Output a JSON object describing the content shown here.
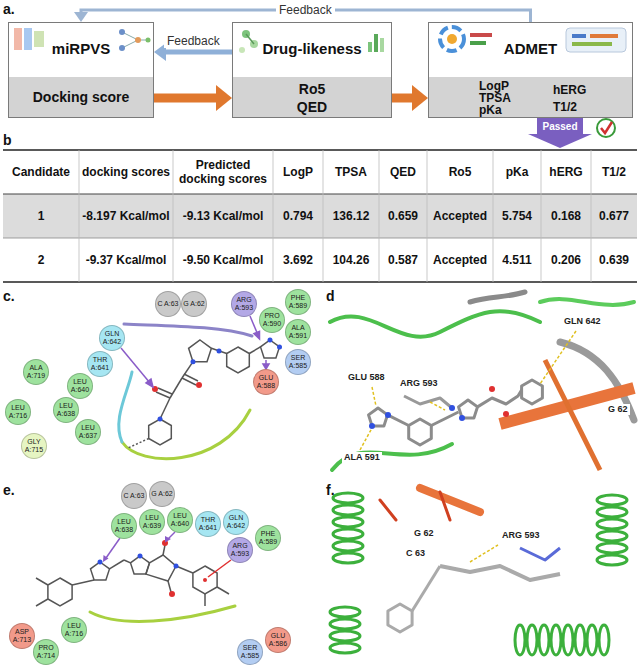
{
  "diagram": {
    "nodes": [
      {
        "text": [
          "miRPVS",
          "Docking score"
        ]
      },
      {
        "text": [
          "Drug-likeness",
          "Ro5",
          "QED"
        ]
      },
      {
        "text": [
          "ADMET",
          "LogP",
          "TPSA",
          "pKa",
          "hERG",
          "T1/2"
        ]
      }
    ],
    "edges": [
      {
        "from": 0,
        "to": 1,
        "arrow": "to"
      },
      {
        "from": 1,
        "to": 2,
        "arrow": "to"
      },
      {
        "from": 1,
        "to": 0,
        "label": "Feedback",
        "arrow": "to"
      },
      {
        "from": 2,
        "to": 0,
        "label": "Feedback",
        "arrow": "to"
      }
    ],
    "labels": [
      "a.",
      "Passed",
      "b",
      "Candidate",
      "docking scores",
      "Predicted docking scores",
      "LogP",
      "TPSA",
      "QED",
      "Ro5",
      "pKa",
      "hERG",
      "T1/2",
      "1",
      "-8.197 Kcal/mol",
      "-9.13 Kcal/mol",
      "0.794",
      "136.12",
      "0.659",
      "Accepted",
      "5.754",
      "0.168",
      "0.677",
      "2",
      "-9.37 Kcal/mol",
      "-9.50 Kcal/mol",
      "3.692",
      "104.26",
      "0.587",
      "Accepted",
      "4.511",
      "0.206",
      "0.639",
      "c.",
      "C A:63",
      "G A:62",
      "ARG A:593",
      "PRO A:590",
      "PHE A:589",
      "ALA A:591",
      "SER A:585",
      "GLU A:588",
      "GLN A:642",
      "THR A:641",
      "LEU A:640",
      "ALA A:719",
      "LEU A:638",
      "LEU A:637",
      "LEU A:716",
      "GLY A:715",
      "d",
      "GLU 588",
      "ARG 593",
      "GLN 642",
      "ALA 591",
      "G 62",
      "e.",
      "C A:63",
      "G A:62",
      "LEU A:638",
      "LEU A:639",
      "LEU A:640",
      "THR A:641",
      "GLN A:642",
      "ARG A:593",
      "PHE A:589",
      "ASP A:713",
      "PRO A:714",
      "LEU A:716",
      "SER A:585",
      "GLU A:586",
      "f.",
      "G 62",
      "C 63",
      "ARG 593"
    ]
  }
}
